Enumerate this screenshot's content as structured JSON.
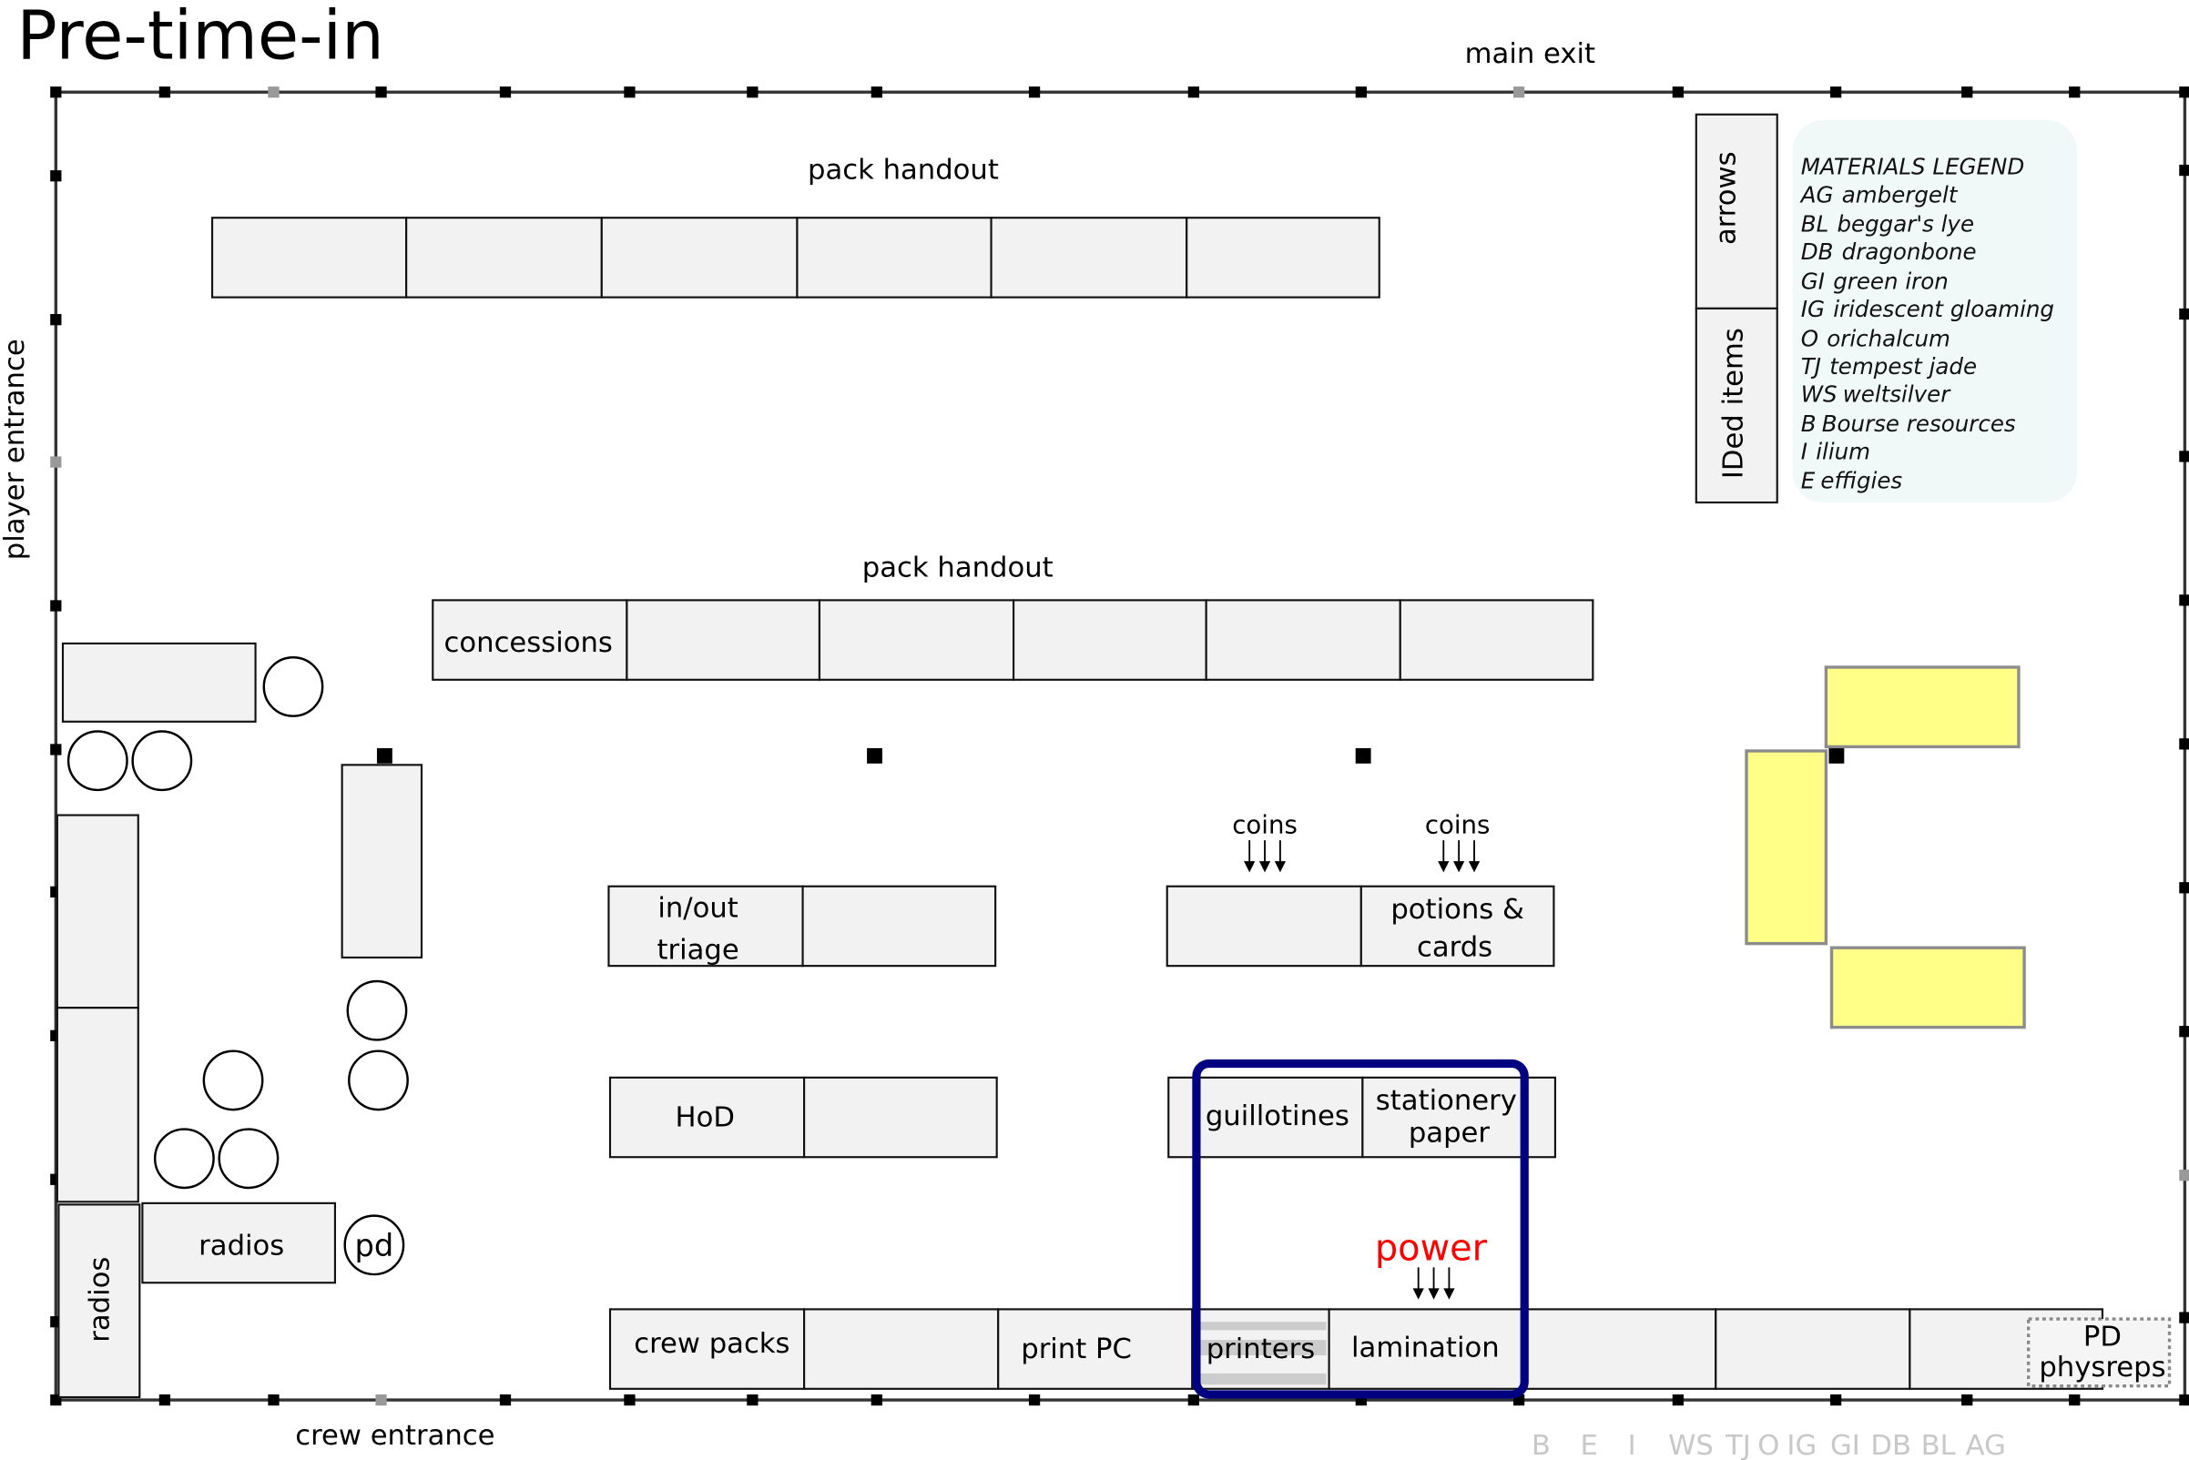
{
  "title": "Pre-time-in",
  "entrances": {
    "main_exit": "main exit",
    "player_entrance": "player entrance",
    "crew_entrance": "crew entrance"
  },
  "zones": {
    "pack_handout_top": "pack handout",
    "pack_handout_middle": "pack handout",
    "concessions": "concessions",
    "in_out_triage_line1": "in/out",
    "in_out_triage_line2": "triage",
    "coins_left": "coins",
    "coins_right": "coins",
    "potions_cards_line1": "potions &",
    "potions_cards_line2": "cards",
    "hod": "HoD",
    "guillotines": "guillotines",
    "stationery_line1": "stationery",
    "stationery_line2": "paper",
    "power": "power",
    "crew_packs": "crew packs",
    "print_pc": "print PC",
    "printers": "printers",
    "lamination": "lamination",
    "pd_physreps_line1": "PD",
    "pd_physreps_line2": "physreps",
    "radios_horizontal": "radios",
    "radios_vertical": "radios",
    "pd": "pd",
    "arrows": "arrows",
    "ided_items": "IDed items"
  },
  "legend": {
    "title": "MATERIALS LEGEND",
    "items": [
      {
        "code": "AG",
        "name": "ambergelt"
      },
      {
        "code": "BL",
        "name": "beggar's lye"
      },
      {
        "code": "DB",
        "name": "dragonbone"
      },
      {
        "code": "GI",
        "name": "green iron"
      },
      {
        "code": "IG",
        "name": "iridescent gloaming"
      },
      {
        "code": "O",
        "name": "orichalcum"
      },
      {
        "code": "TJ",
        "name": "tempest jade"
      },
      {
        "code": "WS",
        "name": "weltsilver"
      },
      {
        "code": "B",
        "name": "Bourse resources"
      },
      {
        "code": "I",
        "name": "ilium"
      },
      {
        "code": "E",
        "name": "effigies"
      }
    ]
  },
  "material_codes_row": [
    "B",
    "E",
    "I",
    "WS",
    "TJ",
    "O",
    "IG",
    "GI",
    "DB",
    "BL",
    "AG"
  ],
  "colors": {
    "table_fill": "#f2f2f2",
    "yellow_table": "#ffff88",
    "highlight": "#000080",
    "power_text": "#ff0000",
    "legend_bg": "#f0f9f8",
    "material_codes": "#c8c8c8"
  }
}
